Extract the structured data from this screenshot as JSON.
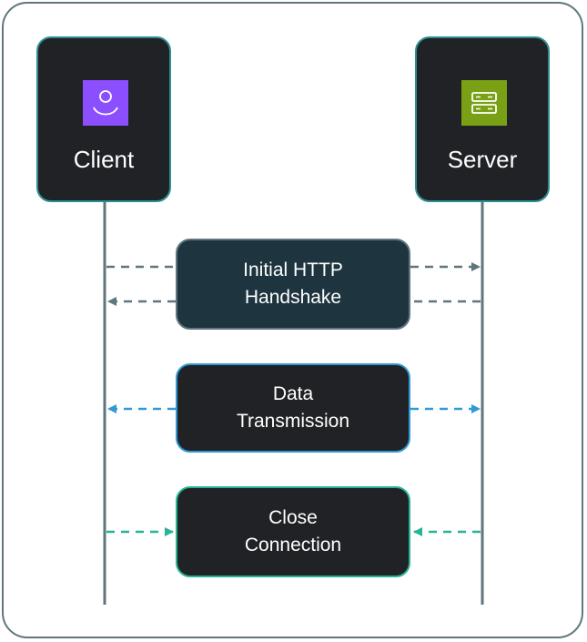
{
  "actors": {
    "client": {
      "label": "Client",
      "icon": "user-icon",
      "icon_color": "#8c4fff"
    },
    "server": {
      "label": "Server",
      "icon": "server-icon",
      "icon_color": "#7aa116"
    }
  },
  "steps": {
    "handshake": {
      "line1": "Initial HTTP",
      "line2": "Handshake",
      "arrow_color": "#5f767d"
    },
    "data": {
      "line1": "Data",
      "line2": "Transmission",
      "arrow_color": "#2f9ad4"
    },
    "close": {
      "line1": "Close",
      "line2": "Connection",
      "arrow_color": "#26b594"
    }
  },
  "colors": {
    "frame_border": "#5f767d",
    "lifeline": "#5f767d",
    "box_fill": "#212226",
    "actor_border": "#2c8f93"
  }
}
